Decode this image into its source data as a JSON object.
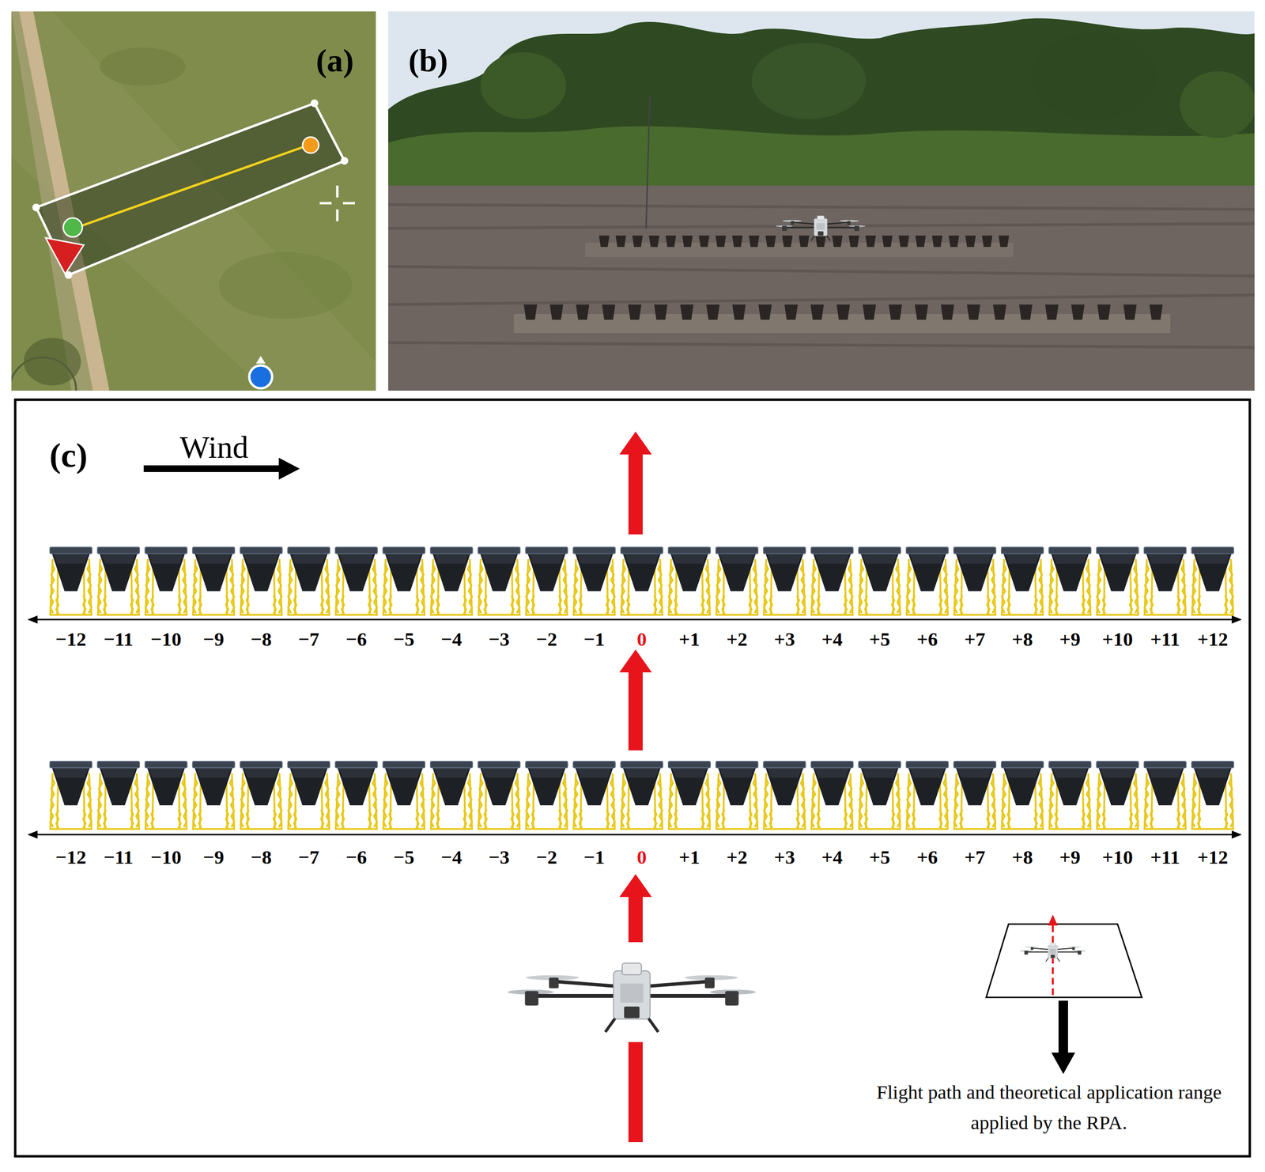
{
  "diagram": {
    "labels": [
      "(a)",
      "(b)",
      "(c)",
      "Wind",
      "−12",
      "−11",
      "−10",
      "−9",
      "−8",
      "−7",
      "−6",
      "−5",
      "−4",
      "−3",
      "−2",
      "−1",
      "0",
      "+1",
      "+2",
      "+3",
      "+4",
      "+5",
      "+6",
      "+7",
      "+8",
      "+9",
      "+10",
      "+11",
      "+12",
      "−12",
      "−11",
      "−10",
      "−9",
      "−8",
      "−7",
      "−6",
      "−5",
      "−4",
      "−3",
      "−2",
      "−1",
      "0",
      "+1",
      "+2",
      "+3",
      "+4",
      "+5",
      "+6",
      "+7",
      "+8",
      "+9",
      "+10",
      "+11",
      "+12",
      "Flight path and theoretical application range applied by the RPA."
    ]
  }
}
